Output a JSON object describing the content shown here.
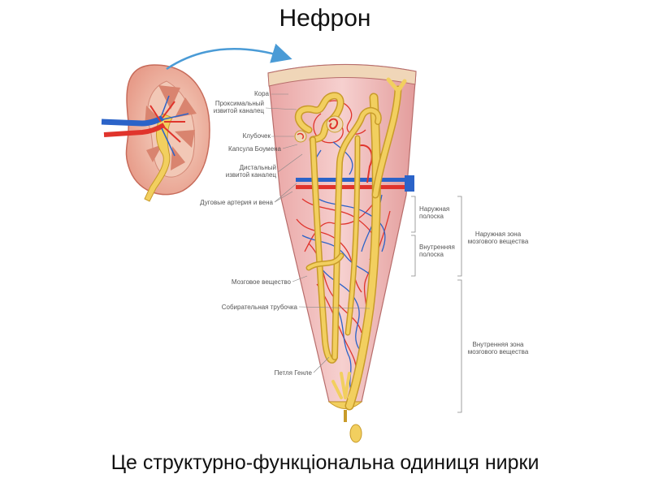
{
  "title": "Нефрон",
  "caption": "Це структурно-функціональна одиниця нирки",
  "colors": {
    "tubule": "#f2cf5f",
    "tubule_edge": "#c89b2a",
    "artery": "#e0342c",
    "vein": "#2b63c8",
    "tissue": "#f3c2c0",
    "capsule": "#f0d6b8"
  },
  "labels": {
    "cortex": "Кора",
    "proximal": [
      "Проксимальный",
      "извитой каналец"
    ],
    "glomerulus": "Клубочек",
    "bowman": "Капсула Боумена",
    "distal": [
      "Дистальный",
      "извитой каналец"
    ],
    "arcuate": "Дуговые артерия и вена",
    "medulla": "Мозговое вещество",
    "collecting": "Собирательная трубочка",
    "henle": "Петля Генле",
    "outer_stripe": [
      "Наружная",
      "полоска"
    ],
    "inner_stripe": [
      "Внутренняя",
      "полоска"
    ],
    "outer_zone": [
      "Наружная зона",
      "мозгового вещества"
    ],
    "inner_zone": [
      "Внутренняя зона",
      "мозгового вещества"
    ]
  }
}
